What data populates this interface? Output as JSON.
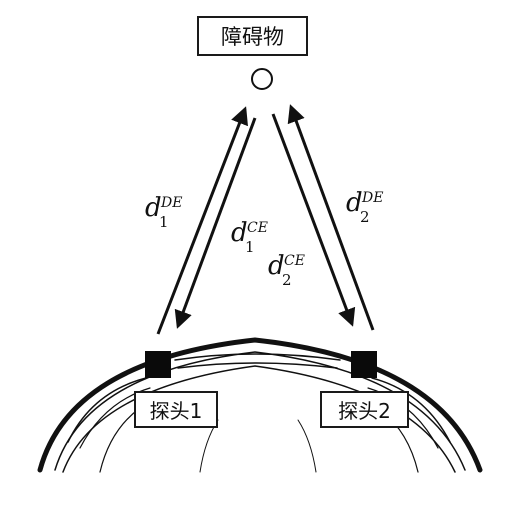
{
  "obstacle": {
    "label": "障碍物"
  },
  "probes": [
    {
      "label": "探头1"
    },
    {
      "label": "探头2"
    }
  ],
  "distances": {
    "d1_de": {
      "base": "d",
      "sub": "1",
      "sup": "DE"
    },
    "d1_ce": {
      "base": "d",
      "sub": "1",
      "sup": "CE"
    },
    "d2_ce": {
      "base": "d",
      "sub": "2",
      "sup": "CE"
    },
    "d2_de": {
      "base": "d",
      "sub": "2",
      "sup": "DE"
    }
  },
  "colors": {
    "line": "#111111",
    "probe": "#0a0a0a",
    "background": "#ffffff"
  }
}
